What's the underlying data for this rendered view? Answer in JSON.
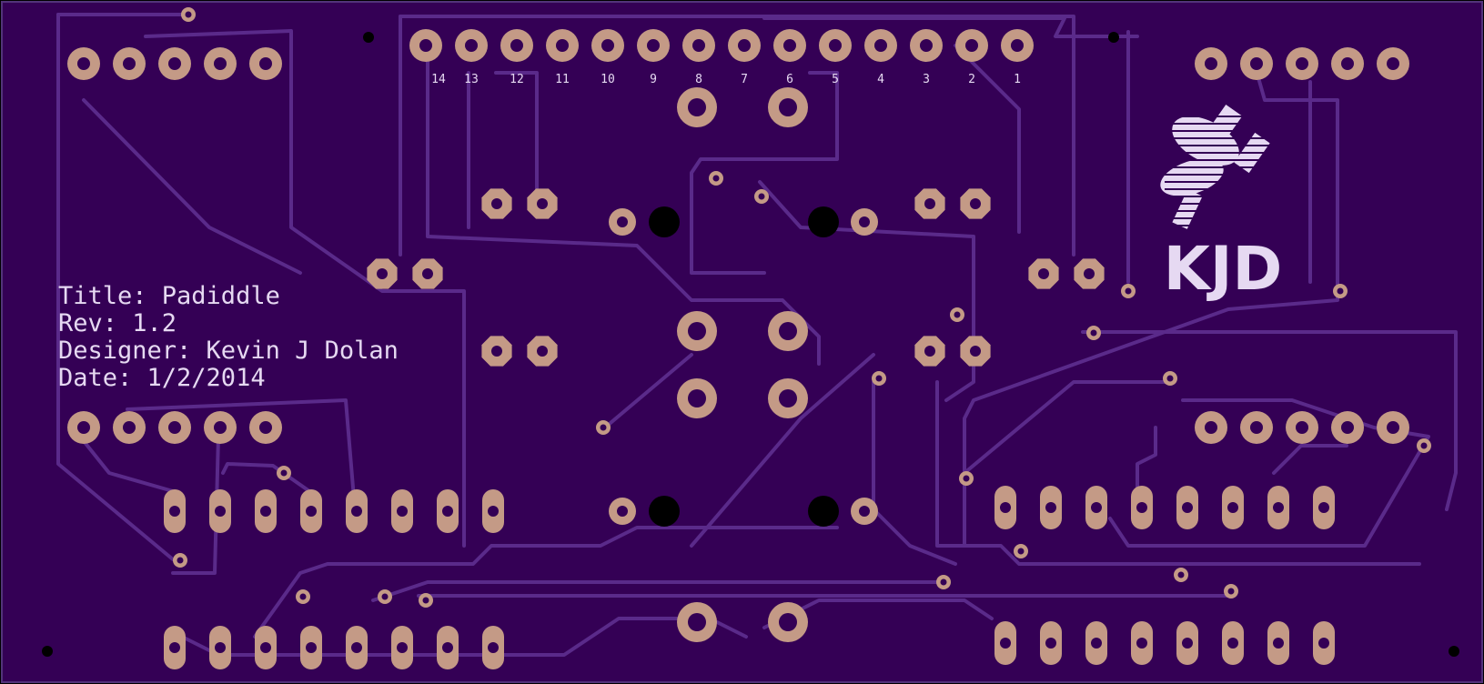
{
  "board": {
    "colors": {
      "background": "#000000",
      "substrate": "#340055",
      "edge": "#52337a",
      "trace": "#5a2a8a",
      "pad_copper": "#c49a86",
      "pad_hole": "#340055",
      "silkscreen": "#e6d9f2",
      "mount_hole": "#000000",
      "logo": "#e6d9f2"
    }
  },
  "title_block": {
    "title": "Title: Padiddle",
    "rev": "Rev: 1.2",
    "designer": "Designer: Kevin J Dolan",
    "date": "Date: 1/2/2014"
  },
  "header_pins": {
    "labels": [
      "14",
      "13",
      "12",
      "11",
      "10",
      "9",
      "8",
      "7",
      "6",
      "5",
      "4",
      "3",
      "2",
      "1"
    ]
  },
  "logo": {
    "text": "KJD",
    "icon": "kjd-logo-icon"
  }
}
